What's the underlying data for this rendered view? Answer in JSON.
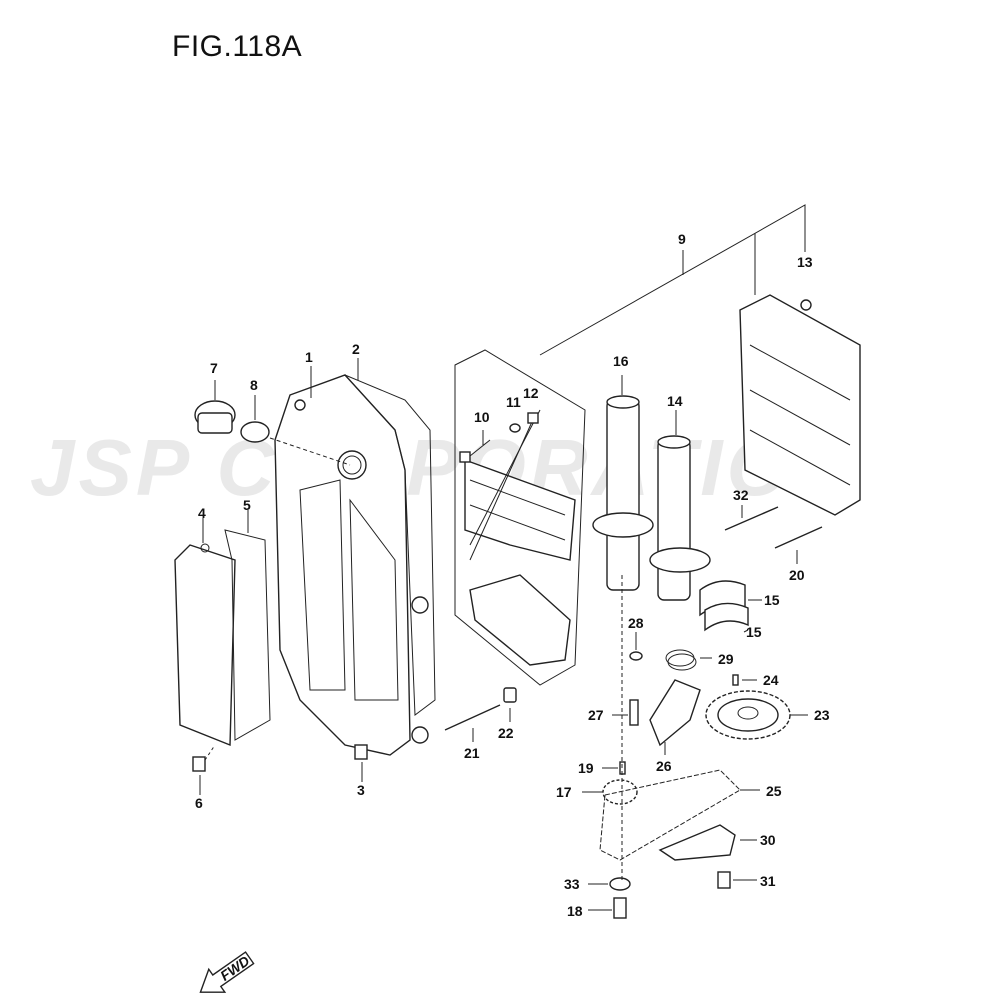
{
  "figure": {
    "title": "FIG.118A"
  },
  "watermark": {
    "text": "JSP CORPORATION"
  },
  "direction_arrow": {
    "label": "FWD"
  },
  "callouts": [
    {
      "id": "c1",
      "label": "1"
    },
    {
      "id": "c2",
      "label": "2"
    },
    {
      "id": "c3",
      "label": "3"
    },
    {
      "id": "c4",
      "label": "4"
    },
    {
      "id": "c5",
      "label": "5"
    },
    {
      "id": "c6",
      "label": "6"
    },
    {
      "id": "c7",
      "label": "7"
    },
    {
      "id": "c8",
      "label": "8"
    },
    {
      "id": "c9",
      "label": "9"
    },
    {
      "id": "c10",
      "label": "10"
    },
    {
      "id": "c11",
      "label": "11"
    },
    {
      "id": "c12",
      "label": "12"
    },
    {
      "id": "c13",
      "label": "13"
    },
    {
      "id": "c14",
      "label": "14"
    },
    {
      "id": "c15a",
      "label": "15"
    },
    {
      "id": "c15b",
      "label": "15"
    },
    {
      "id": "c16",
      "label": "16"
    },
    {
      "id": "c17",
      "label": "17"
    },
    {
      "id": "c18",
      "label": "18"
    },
    {
      "id": "c19",
      "label": "19"
    },
    {
      "id": "c20",
      "label": "20"
    },
    {
      "id": "c21",
      "label": "21"
    },
    {
      "id": "c22",
      "label": "22"
    },
    {
      "id": "c23",
      "label": "23"
    },
    {
      "id": "c24",
      "label": "24"
    },
    {
      "id": "c25",
      "label": "25"
    },
    {
      "id": "c26",
      "label": "26"
    },
    {
      "id": "c27",
      "label": "27"
    },
    {
      "id": "c28",
      "label": "28"
    },
    {
      "id": "c29",
      "label": "29"
    },
    {
      "id": "c30",
      "label": "30"
    },
    {
      "id": "c31",
      "label": "31"
    },
    {
      "id": "c32",
      "label": "32"
    },
    {
      "id": "c33",
      "label": "33"
    }
  ]
}
